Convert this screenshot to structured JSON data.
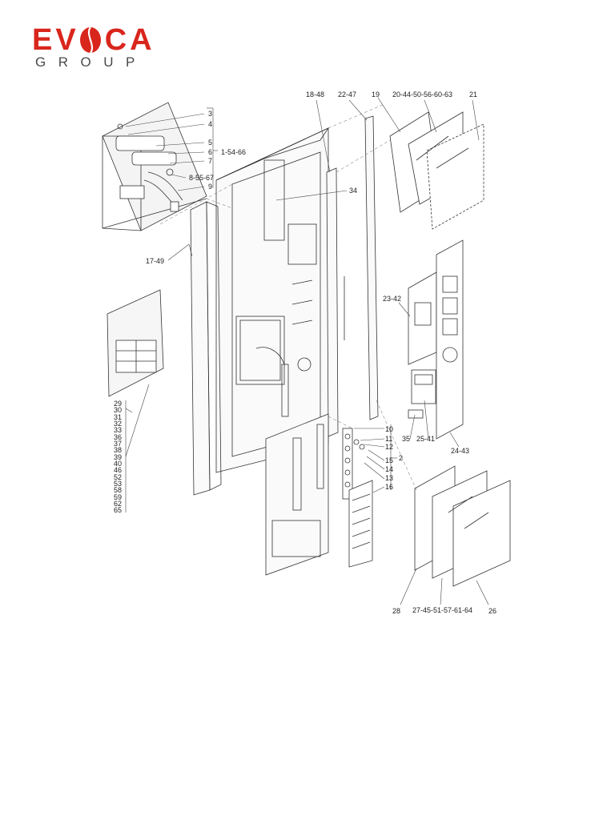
{
  "brand": {
    "letters": [
      "E",
      "V",
      "O",
      "C",
      "A"
    ],
    "subtitle": "GROUP",
    "color": "#d9261c"
  },
  "diagram": {
    "callouts": [
      "3",
      "4",
      "5",
      "6",
      "1-54-66",
      "7",
      "8-55-67",
      "9",
      "17-49",
      "18-48",
      "22-47",
      "19",
      "20-44-50-56-60-63",
      "21",
      "34",
      "23-42",
      "10",
      "11",
      "12",
      "15",
      "2",
      "14",
      "13",
      "16",
      "35",
      "25-41",
      "24-43",
      "28",
      "27-45-51-57-61-64",
      "26"
    ],
    "left_column": [
      "29",
      "30",
      "31",
      "32",
      "33",
      "36",
      "37",
      "38",
      "39",
      "40",
      "46",
      "52",
      "53",
      "58",
      "59",
      "62",
      "65"
    ]
  }
}
